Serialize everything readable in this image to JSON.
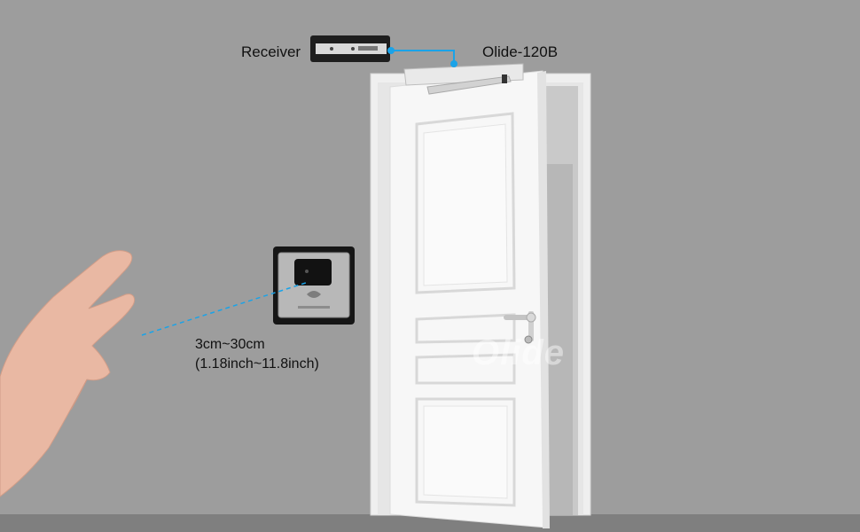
{
  "labels": {
    "receiver": "Receiver",
    "model": "Olide-120B",
    "range_cm": "3cm~30cm",
    "range_inch": "(1.18inch~11.8inch)"
  },
  "watermark": "Olide",
  "colors": {
    "wall": "#9d9d9d",
    "floor": "#7f7f7f",
    "door": "#f6f6f6",
    "connector": "#1aa3e8",
    "sensor_plate": "#b8b8b8"
  },
  "icons": {
    "sensor": "touchless-sensor-icon",
    "hand": "hand-wave-icon"
  }
}
